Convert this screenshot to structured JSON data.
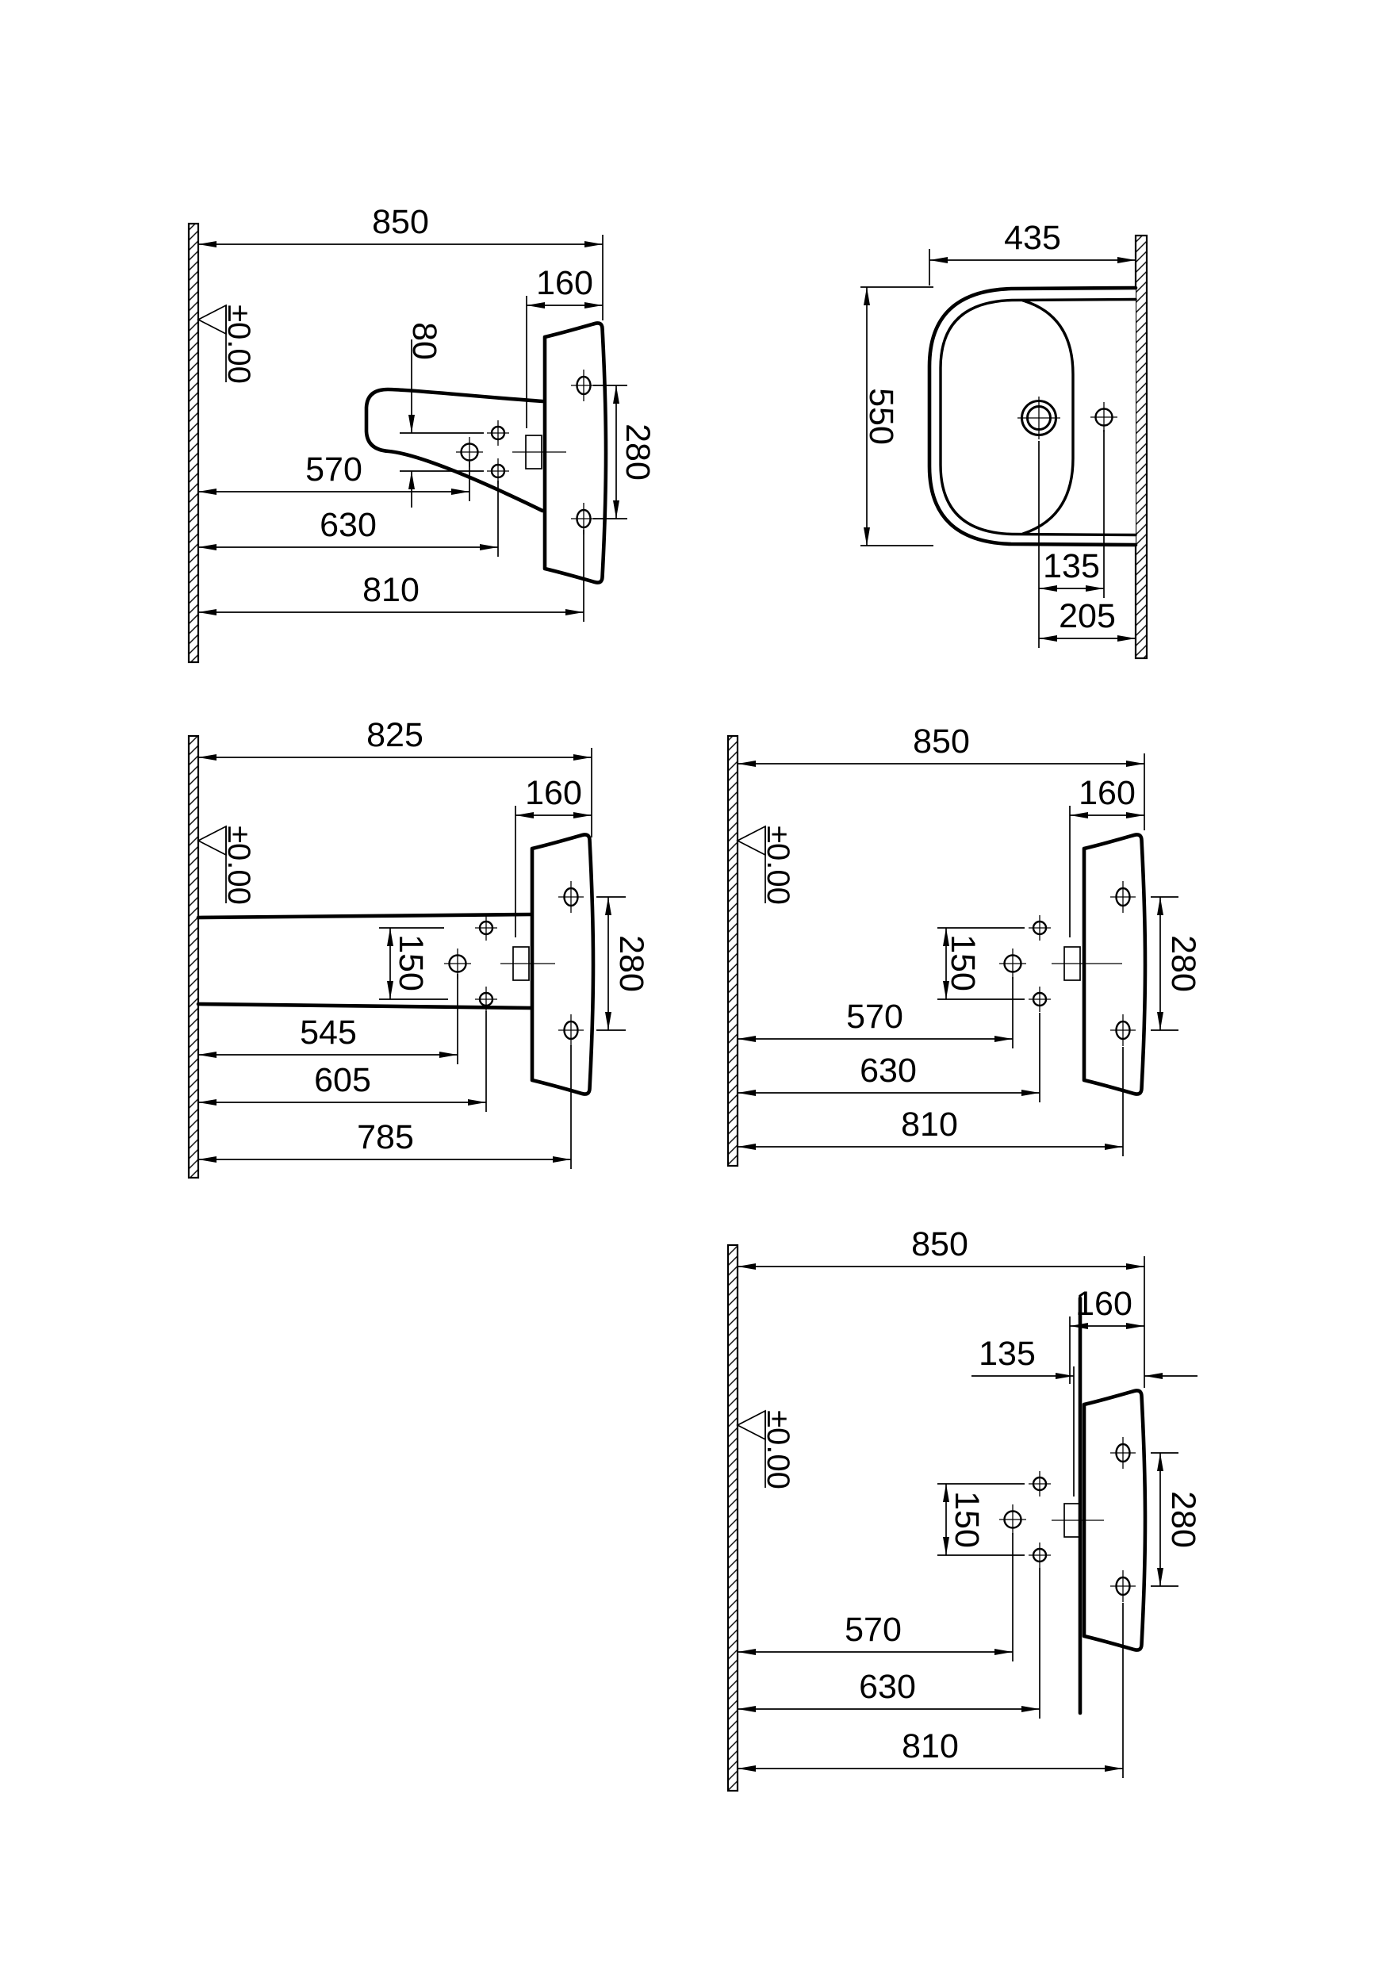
{
  "colors": {
    "ink": "#000000",
    "paper": "#ffffff"
  },
  "views": {
    "v1": {
      "name": "basin side elevation",
      "d850": "850",
      "d160": "160",
      "d80": "80",
      "d280": "280",
      "d570": "570",
      "d630": "630",
      "d810": "810",
      "datum": "±0.00"
    },
    "v2": {
      "name": "basin plan view",
      "d435": "435",
      "d550": "550",
      "d135": "135",
      "d205": "205"
    },
    "v3": {
      "name": "basin with console elevation",
      "d825": "825",
      "d160": "160",
      "d150": "150",
      "d280": "280",
      "d545": "545",
      "d605": "605",
      "d785": "785",
      "datum": "±0.00"
    },
    "v4": {
      "name": "basin installation elevation",
      "d850": "850",
      "d160": "160",
      "d150": "150",
      "d280": "280",
      "d570": "570",
      "d630": "630",
      "d810": "810",
      "datum": "±0.00"
    },
    "v5": {
      "name": "basin with trap cover elevation",
      "d850": "850",
      "d160": "160",
      "d135": "135",
      "d150": "150",
      "d280": "280",
      "d570": "570",
      "d630": "630",
      "d810": "810",
      "datum": "±0.00"
    }
  }
}
